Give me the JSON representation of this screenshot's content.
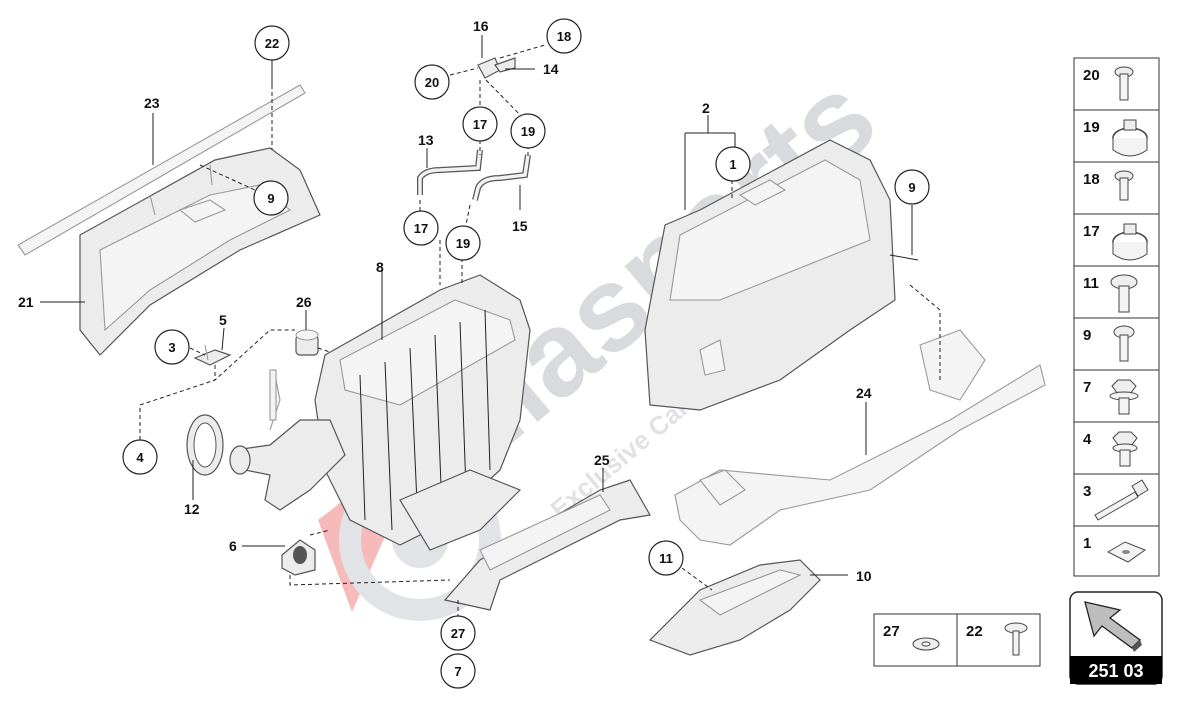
{
  "diagram": {
    "part_labels": [
      "2",
      "5",
      "6",
      "8",
      "10",
      "12",
      "13",
      "14",
      "15",
      "16",
      "21",
      "23",
      "24",
      "25",
      "26"
    ],
    "callouts": [
      "1",
      "3",
      "4",
      "7",
      "9",
      "9",
      "11",
      "17",
      "17",
      "18",
      "19",
      "19",
      "20",
      "22",
      "27"
    ]
  },
  "legend": {
    "items": [
      {
        "number": "20",
        "icon": "screw-icon"
      },
      {
        "number": "19",
        "icon": "hose-clamp-icon"
      },
      {
        "number": "18",
        "icon": "screw-icon"
      },
      {
        "number": "17",
        "icon": "hose-clamp-icon"
      },
      {
        "number": "11",
        "icon": "screw-icon"
      },
      {
        "number": "9",
        "icon": "screw-icon"
      },
      {
        "number": "7",
        "icon": "hex-bolt-icon"
      },
      {
        "number": "4",
        "icon": "hex-bolt-icon"
      },
      {
        "number": "3",
        "icon": "long-bolt-icon"
      },
      {
        "number": "1",
        "icon": "clip-nut-icon"
      }
    ],
    "bottom_items": [
      {
        "number": "27",
        "icon": "washer-icon"
      },
      {
        "number": "22",
        "icon": "screw-icon"
      }
    ]
  },
  "navigation": {
    "page_code": "251 03",
    "icon": "arrow-icon"
  },
  "watermark": {
    "brand": "Iliasparts",
    "tagline": "Exclusive Car Parts specialist"
  },
  "colors": {
    "watermark_red": "#e8312f",
    "watermark_gray": "#c9ccd3",
    "line": "#222222"
  }
}
